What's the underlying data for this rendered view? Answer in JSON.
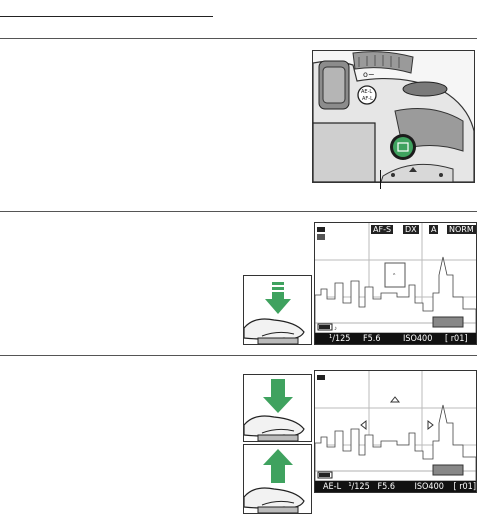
{
  "page": {
    "accent": "#3fa25f",
    "rule_color": "#555555"
  },
  "step2": {
    "top_indicators": {
      "af_mode": "AF-S",
      "image_area": "DX",
      "flash_mode": "A",
      "quality": "NORM"
    },
    "info_bar": {
      "shutter": "¹/125",
      "aperture": "F5.6",
      "iso": "ISO400",
      "remaining": "[ r01]"
    }
  },
  "step3": {
    "info_bar": {
      "af_lock": "AE-L",
      "shutter": "¹/125",
      "aperture": "F5.6",
      "iso": "ISO400",
      "remaining": "[ r01]"
    }
  },
  "icons": {
    "camera": "camera-ae-lock-button-illustration",
    "press": "shutter-button-half-press-down-arrow",
    "release": "shutter-button-release-up-arrow"
  }
}
